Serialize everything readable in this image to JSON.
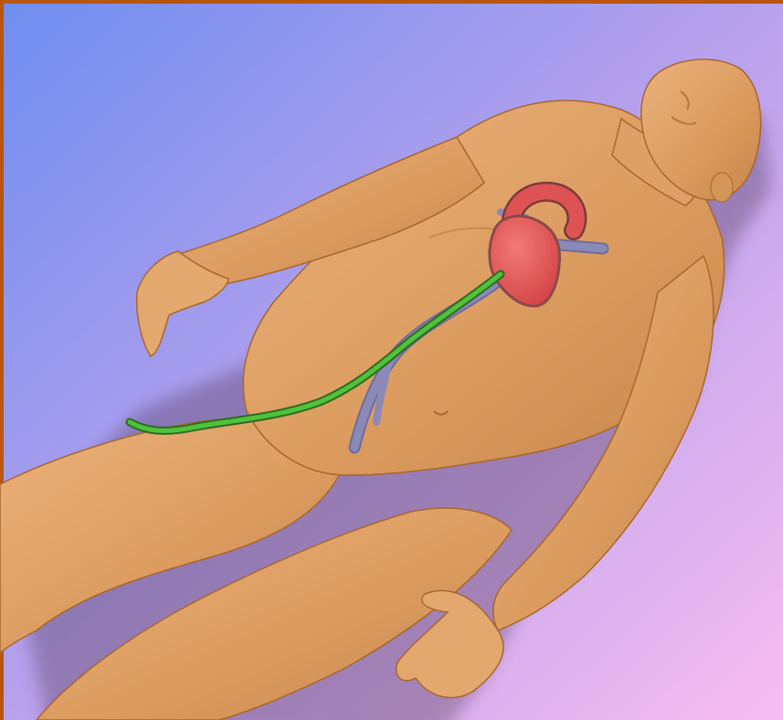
{
  "scene": {
    "subject": "human-figure-lying",
    "overlay": [
      "heart",
      "vena-cava",
      "catheter-wire"
    ]
  },
  "colors": {
    "frame": "#b8560f",
    "background_top": "#6f8ef0",
    "background_mid": "#b9a1ec",
    "background_bottom": "#f6bdf0",
    "skin": "#e0a46a",
    "skin_shadow": "#b7773f",
    "heart": "#e3595a",
    "vessel": "#8b89b8",
    "catheter": "#4fc23a"
  }
}
